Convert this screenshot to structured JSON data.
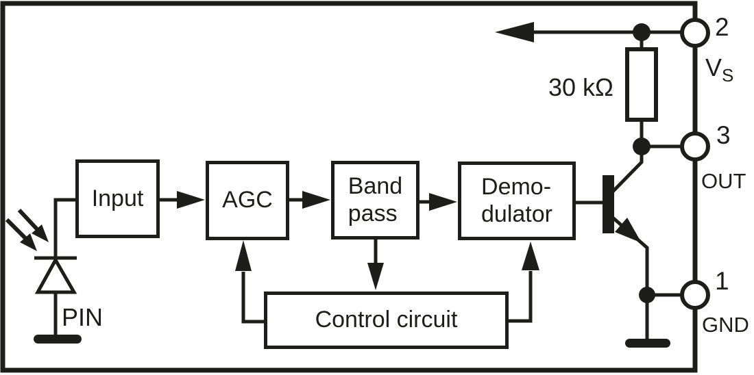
{
  "blocks": {
    "input": {
      "label": "Input"
    },
    "agc": {
      "label": "AGC"
    },
    "bandpass": {
      "line1": "Band",
      "line2": "pass"
    },
    "demodulator": {
      "line1": "Demo-",
      "line2": "dulator"
    },
    "control": {
      "label": "Control circuit"
    }
  },
  "labels": {
    "resistor_value": "30 kΩ",
    "photodiode": "PIN"
  },
  "pins": {
    "vs": {
      "number": "2",
      "name": "V",
      "subscript": "S"
    },
    "out": {
      "number": "3",
      "name": "OUT"
    },
    "gnd": {
      "number": "1",
      "name": "GND"
    }
  },
  "colors": {
    "line": "#1d1d1b",
    "background": "#ffffff"
  }
}
